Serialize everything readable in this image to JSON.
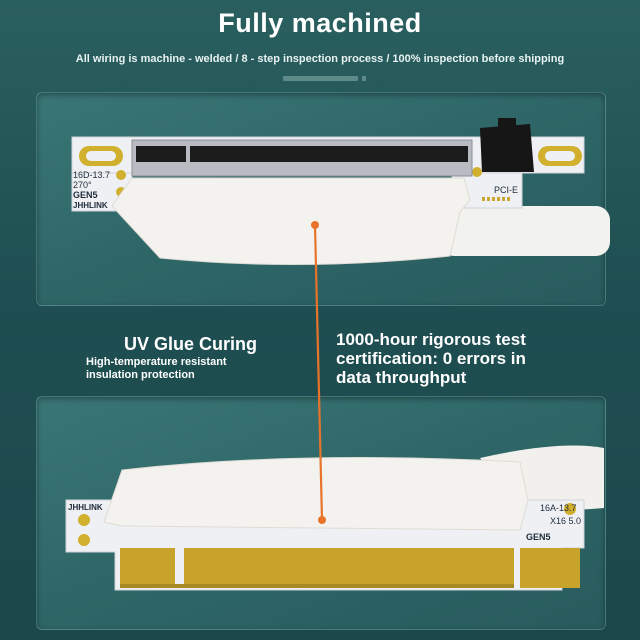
{
  "header": {
    "title": "Fully machined",
    "subtitle": "All wiring is machine - welded / 8 - step inspection process / 100% inspection before shipping"
  },
  "callouts": {
    "uv_title": "UV Glue Curing",
    "uv_sub": "High-temperature resistant insulation protection",
    "test_text": "1000-hour rigorous test certification: 0 errors in data throughput"
  },
  "top_board": {
    "model": "16D-13.7",
    "angle": "270°",
    "gen": "GEN5",
    "brand": "JHHLINK",
    "port": "PCI-E"
  },
  "bottom_board": {
    "brand": "JHHLINK",
    "model": "16A-13.7",
    "spec": "X16 5.0",
    "gen": "GEN5"
  },
  "colors": {
    "accent_line": "#e8732a",
    "gold": "#c9a732",
    "background": "#214f52"
  }
}
